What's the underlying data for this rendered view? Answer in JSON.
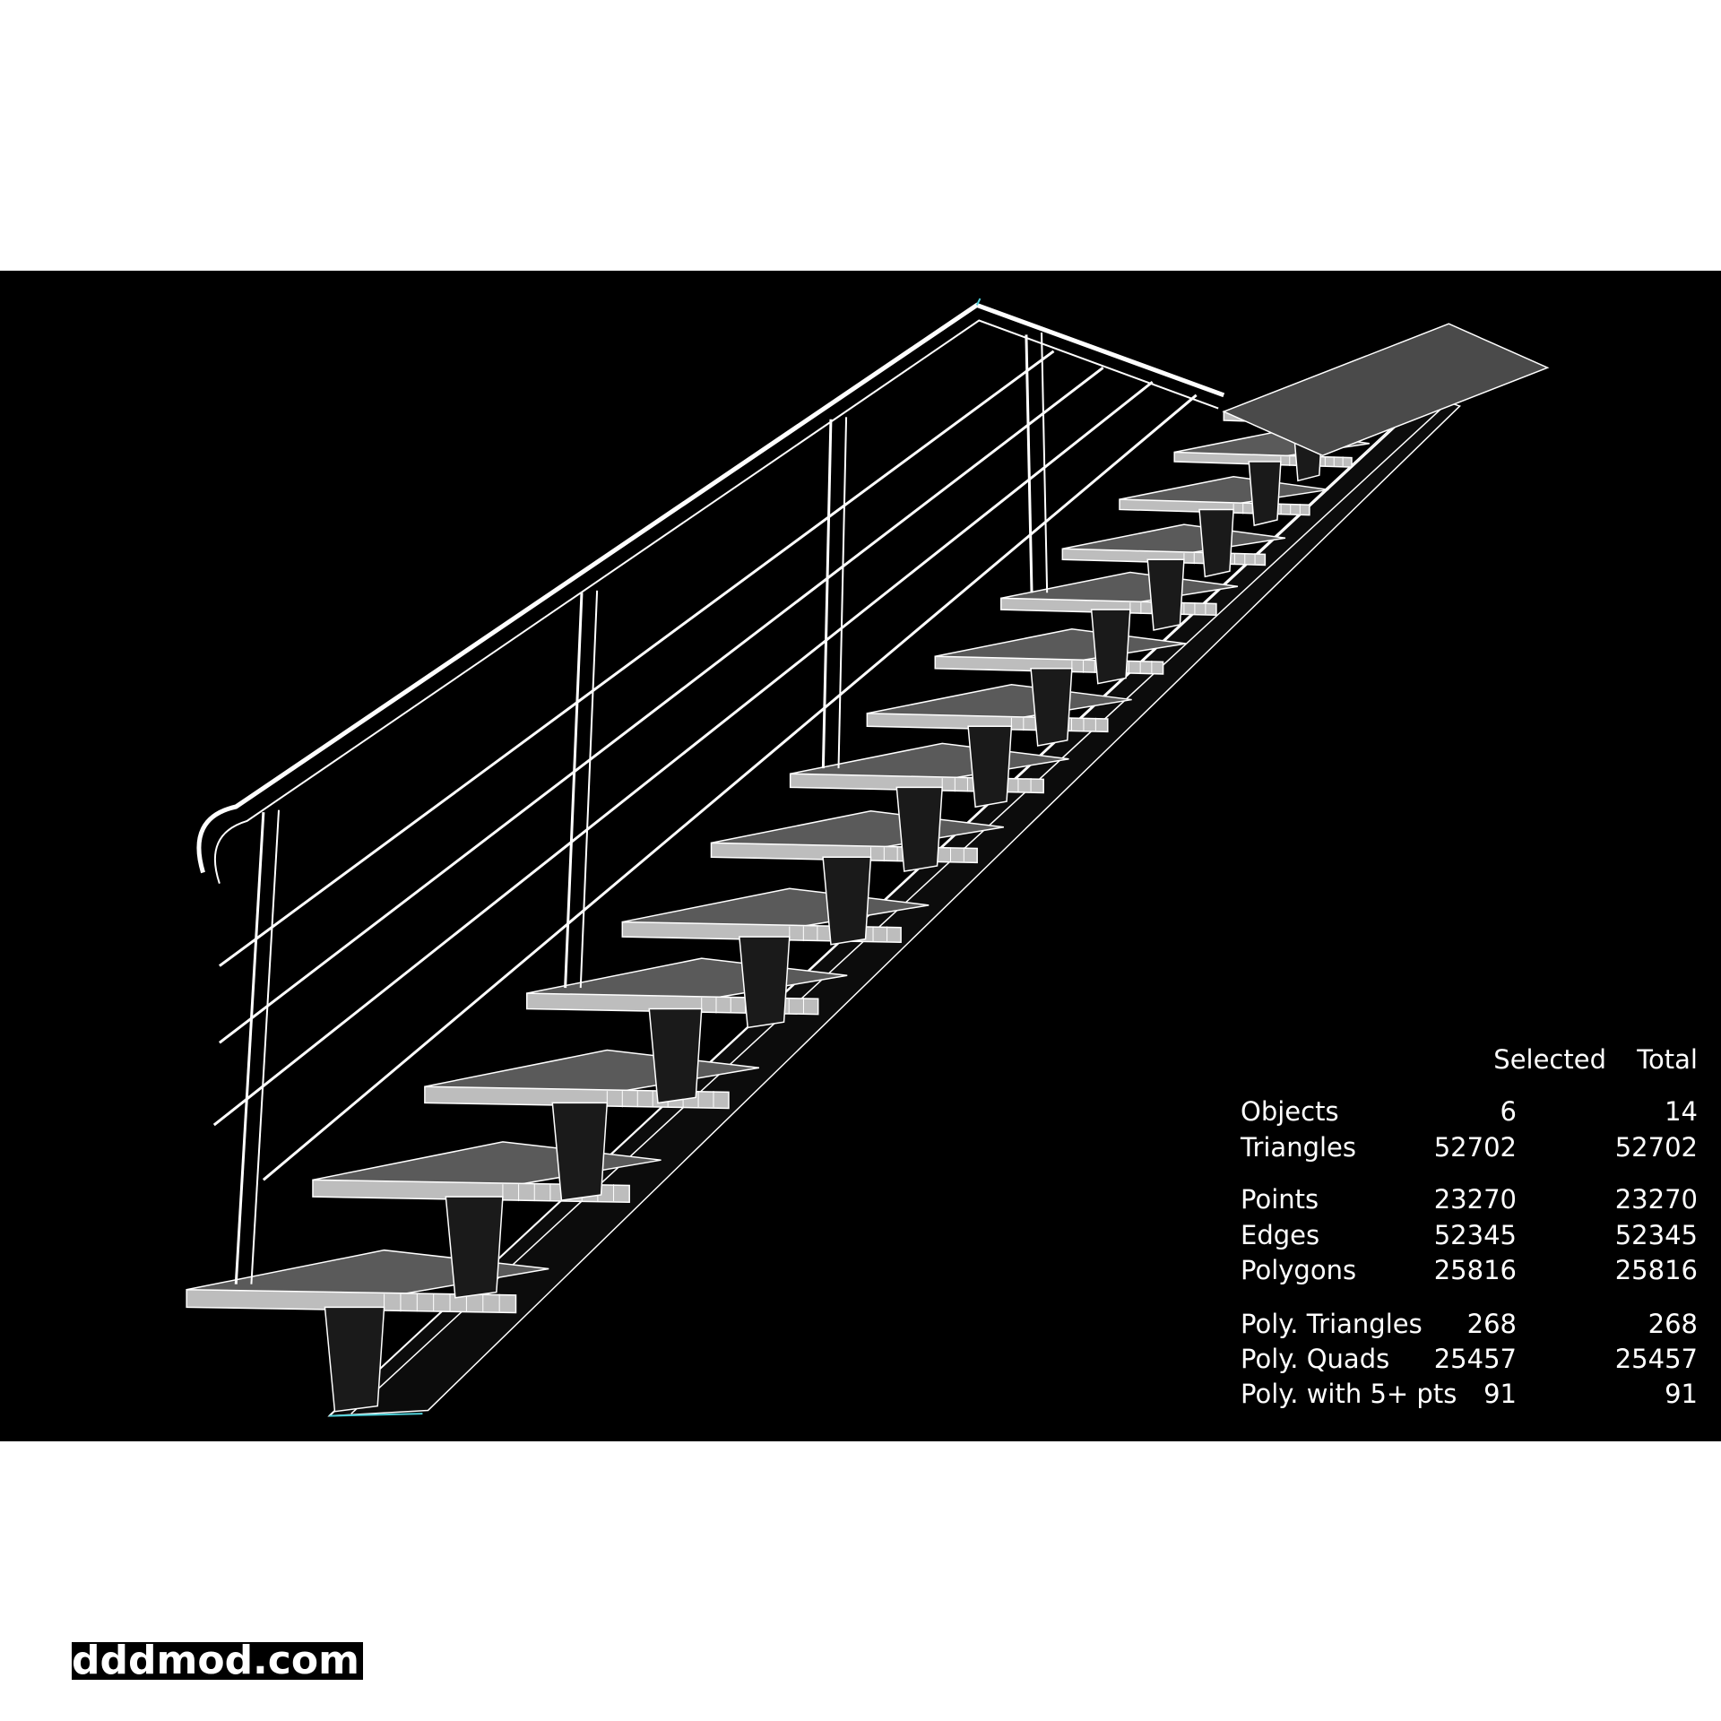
{
  "viewport": {
    "background": "#000000",
    "wire_color": "#ffffff",
    "accent_color": "#4fd0d8"
  },
  "stats": {
    "headers": {
      "selected": "Selected",
      "total": "Total"
    },
    "rows": [
      {
        "label": "Objects",
        "selected": "6",
        "total": "14"
      },
      {
        "label": "Triangles",
        "selected": "52702",
        "total": "52702"
      },
      {
        "label": "Points",
        "selected": "23270",
        "total": "23270"
      },
      {
        "label": "Edges",
        "selected": "52345",
        "total": "52345"
      },
      {
        "label": "Polygons",
        "selected": "25816",
        "total": "25816"
      },
      {
        "label": "Poly. Triangles",
        "selected": "268",
        "total": "268"
      },
      {
        "label": "Poly. Quads",
        "selected": "25457",
        "total": "25457"
      },
      {
        "label": "Poly. with 5+ pts",
        "selected": "91",
        "total": "91"
      }
    ]
  },
  "watermark": "dddmod.com"
}
